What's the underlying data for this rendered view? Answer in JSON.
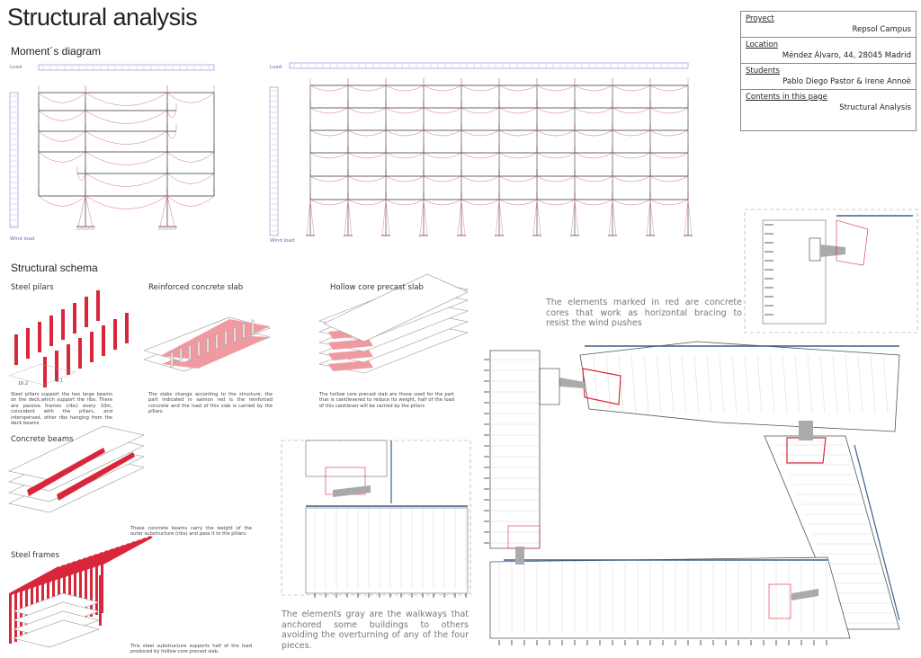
{
  "title": "Structural analysis",
  "moment": {
    "heading": "Moment´s diagram",
    "load_label": "Load",
    "wind_label": "Wind load"
  },
  "schema": {
    "heading": "Structural schema",
    "pillars": {
      "title": "Steel pilars",
      "dim_a": "16.2",
      "dim_b": "8.1",
      "text": "Steel pillars support the two large beams on the deck,which support the ribs. There are passive frames (ribs) every 10m, coincident with the pillars, and interspersed, other ribs hanging from the deck beams"
    },
    "rc_slab": {
      "title": "Reinforced concrete slab",
      "text": "The slabs change according to the structure, the part indicated in salmon red is the reinforced concrete and the load of this slab is carried by the pillars"
    },
    "hollow": {
      "title": "Hollow core precast slab",
      "text": "The hollow core precast slab are those used for the part that is cantilevered to reduce its weight, half of the load of this cantilever will be carried by the pillars"
    },
    "beams": {
      "title": "Concrete beams",
      "text": "These concrete beams carry the weight of the outer substructure (ribs) and pass it to the pillars."
    },
    "frames": {
      "title": "Steel frames",
      "text": "This steel substructure supports half of the load produced by hollow core precast slab."
    }
  },
  "notes": {
    "red": "The elements marked in red are concrete cores that work as horizontal bracing to resist the wind pushes",
    "gray": "The elements gray are the walkways that anchored some buildings to others avoiding the overturning of any of the four pieces."
  },
  "info": {
    "project_label": "Proyect",
    "project": "Repsol Campus",
    "location_label": "Location",
    "location": "Méndez Álvaro, 44, 28045 Madrid",
    "students_label": "Students",
    "students": "Pablo Diego Pastor & Irene Annoè",
    "contents_label": "Contents in this page",
    "contents": "Structural Analysis"
  },
  "colors": {
    "red": "#d8273a",
    "salmon": "#ef9aa0",
    "moment": "#d8707c",
    "lilac": "#8c7cc4",
    "blue": "#3a5f8a",
    "gray": "#aaaaaa"
  }
}
